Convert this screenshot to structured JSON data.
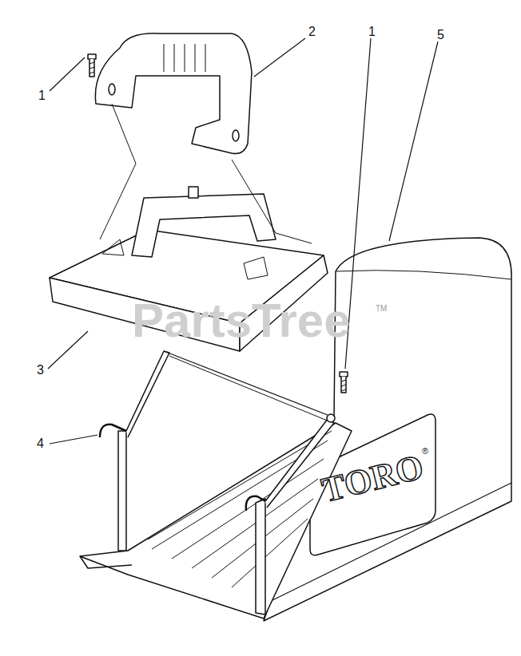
{
  "diagram": {
    "labels": [
      "1",
      "2",
      "1",
      "5",
      "PartsTree",
      "TM",
      "3",
      "4",
      "TORO",
      "®"
    ]
  }
}
